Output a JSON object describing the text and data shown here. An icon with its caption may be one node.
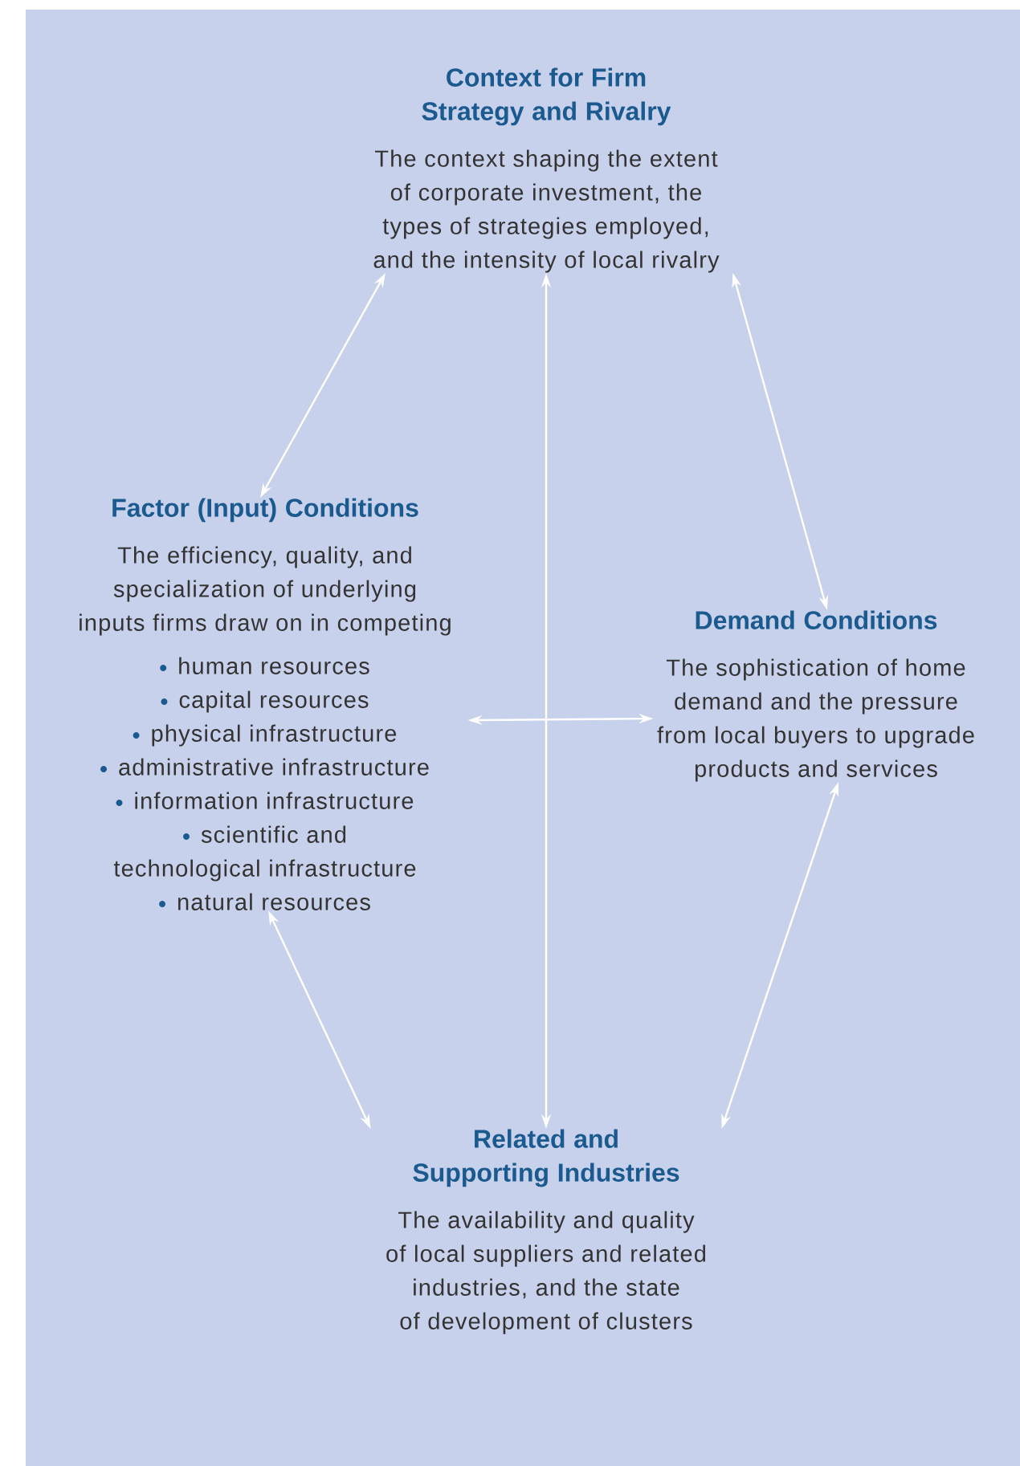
{
  "diagram": {
    "nodes": [
      {
        "text": [
          "Context for Firm Strategy and Rivalry",
          "The context shaping the extent of corporate investment, the types of strategies employed, and the intensity of local rivalry"
        ]
      },
      {
        "text": [
          "Factor (Input) Conditions",
          "The efficiency, quality, and specialization of underlying inputs firms draw on in competing",
          "human resources",
          "capital resources",
          "physical infrastructure",
          "administrative infrastructure",
          "information infrastructure",
          "scientific and technological infrastructure",
          "natural resources"
        ]
      },
      {
        "text": [
          "Demand Conditions",
          "The sophistication of home demand and the pressure from local buyers to upgrade products and services"
        ]
      },
      {
        "text": [
          "Related and Supporting Industries",
          "The availability and quality of local suppliers and related industries, and the state of development of clusters"
        ]
      }
    ],
    "edges": [
      {
        "from": 1,
        "to": 0,
        "arrow": "both"
      },
      {
        "from": 0,
        "to": 2,
        "arrow": "both"
      },
      {
        "from": 0,
        "to": 3,
        "arrow": "both"
      },
      {
        "from": 1,
        "to": 2,
        "arrow": "both"
      },
      {
        "from": 1,
        "to": 3,
        "arrow": "both"
      },
      {
        "from": 2,
        "to": 3,
        "arrow": "both"
      }
    ]
  }
}
